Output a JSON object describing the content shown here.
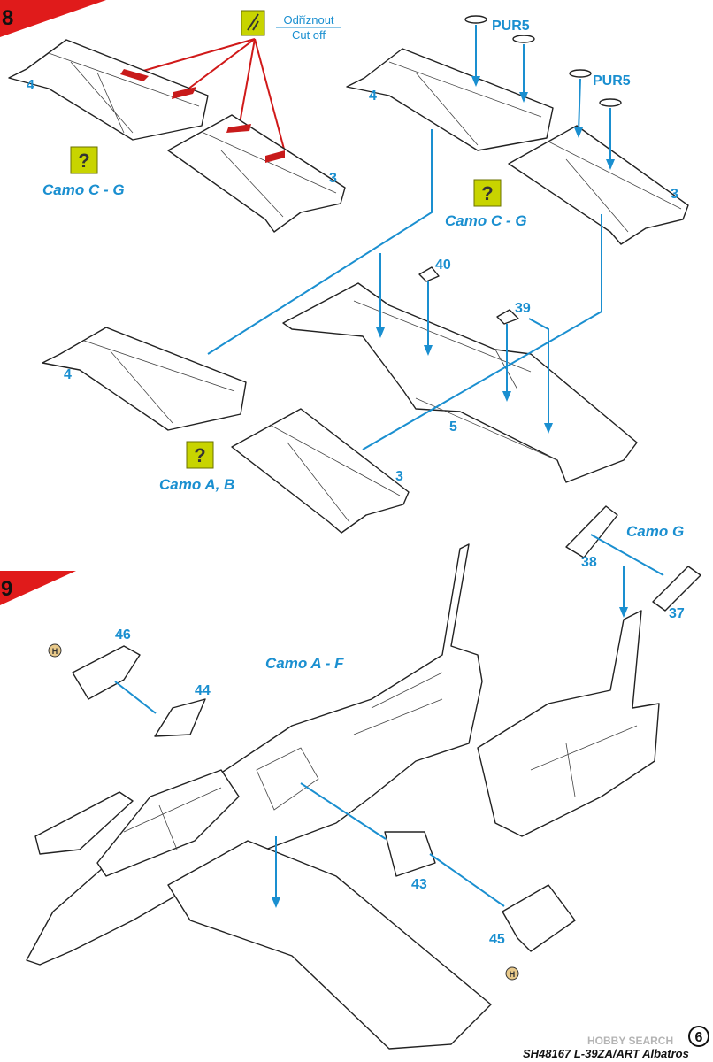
{
  "steps": [
    "8",
    "9"
  ],
  "step8": {
    "cut_off_label_cz": "Odříznout",
    "cut_off_label_en": "Cut off",
    "parts": [
      "4",
      "3",
      "4",
      "3",
      "40",
      "39",
      "5",
      "4",
      "3"
    ],
    "pur_labels": [
      "PUR5",
      "PUR5"
    ],
    "camo_labels": [
      "Camo C - G",
      "Camo C - G",
      "Camo A, B"
    ],
    "question_mark": "?"
  },
  "step9": {
    "camo_labels": [
      "Camo A - F",
      "Camo G"
    ],
    "parts": [
      "46",
      "44",
      "43",
      "45",
      "38",
      "37"
    ],
    "h_marker": "H"
  },
  "footer": {
    "page_number": "6",
    "watermark": "HOBBY SEARCH",
    "product": "SH48167 L-39ZA/ART Albatros"
  },
  "colors": {
    "label_blue": "#1a8fd0",
    "cut_red": "#d01919",
    "step_red": "#e01b1b",
    "info_yellow": "#c8d400"
  }
}
